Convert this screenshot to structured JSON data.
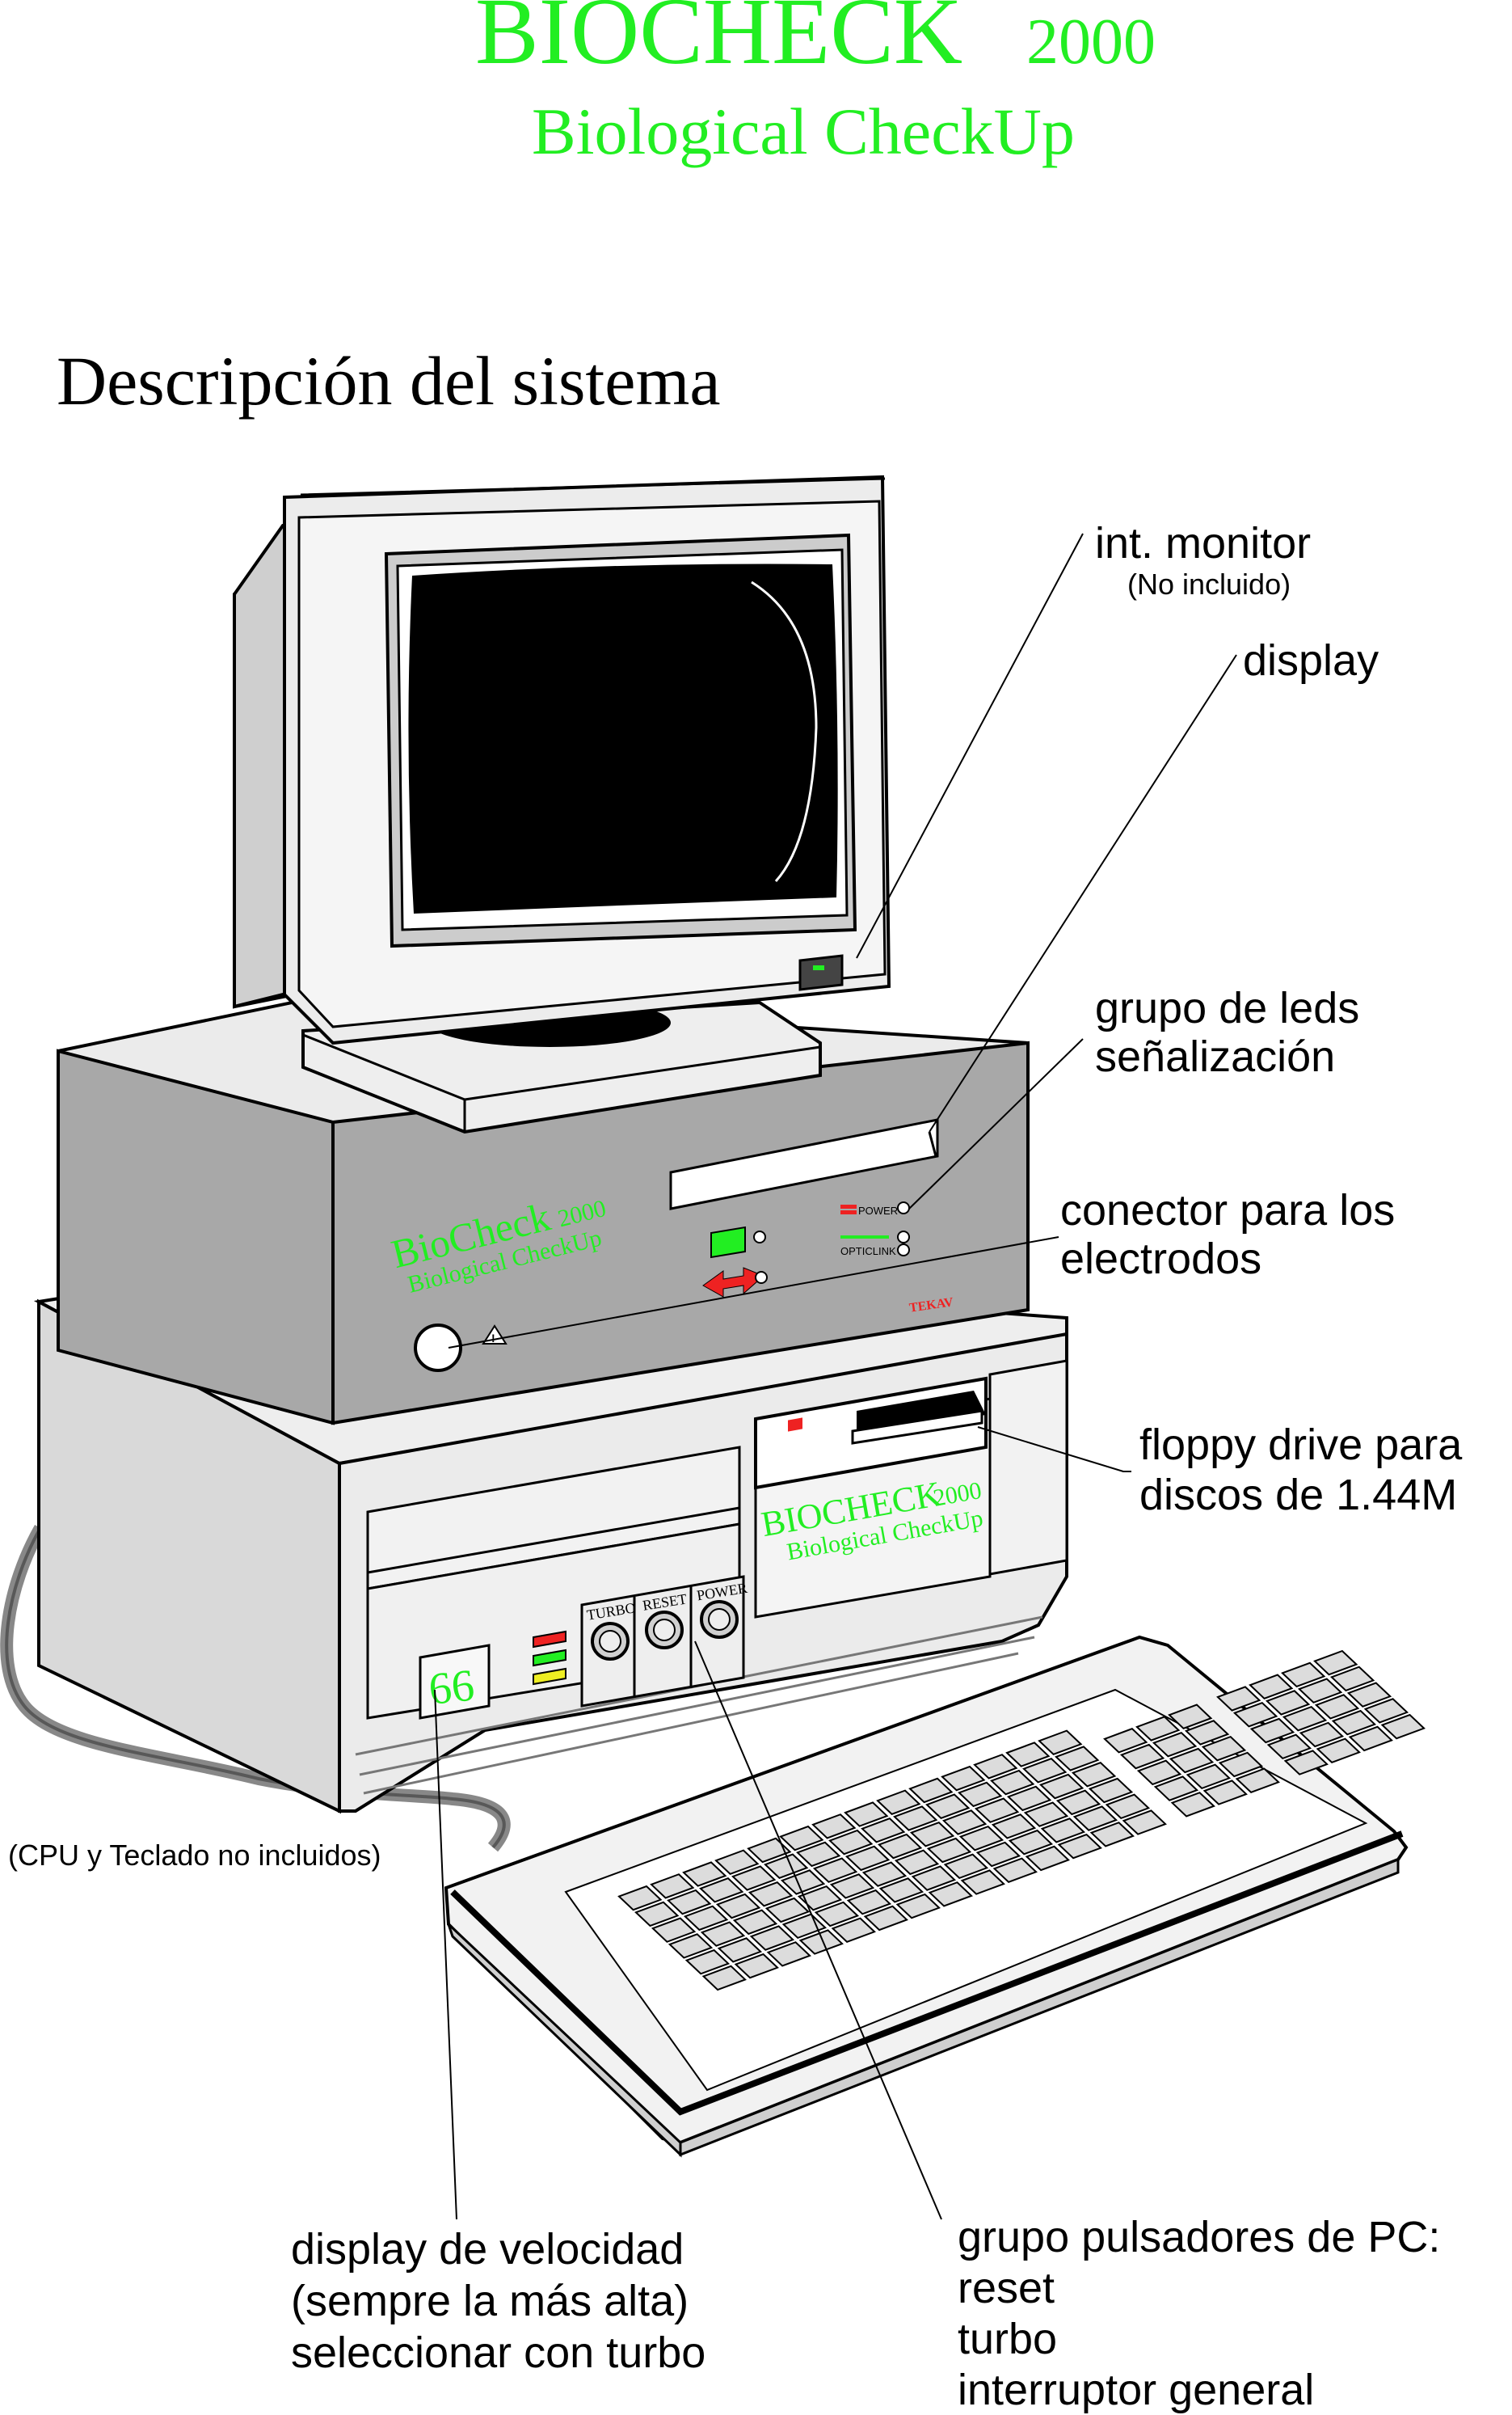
{
  "header": {
    "brand": "BIOCHECK",
    "model": "2000",
    "subtitle": "Biological CheckUp"
  },
  "section_title": "Descripción del sistema",
  "device": {
    "unit_brand": "BioCheck",
    "unit_model": "2000",
    "unit_subtitle": "Biological CheckUp",
    "power_led_label": "POWER",
    "opticlink_led_label": "OPTICLINK",
    "maker": "TEKAV",
    "pc_brand": "BIOCHECK",
    "pc_model": "2000",
    "pc_subtitle": "Biological CheckUp",
    "button_turbo": "TURBO",
    "button_reset": "RESET",
    "button_power": "POWER",
    "speed_display": "66"
  },
  "colors": {
    "brand_green": "#22ee22",
    "unit_gray": "#a8a8a8",
    "pc_gray": "#e6e6e6",
    "led_red": "#ee2222",
    "led_yellow": "#eeee22"
  },
  "callouts": {
    "monitor_title": "int. monitor",
    "monitor_note": "(No incluido)",
    "display": "display",
    "leds_line1": "grupo de leds",
    "leds_line2": "señalización",
    "connector_line1": "conector para los",
    "connector_line2": "electrodos",
    "floppy_line1": "floppy drive para",
    "floppy_line2": "discos de 1.44M",
    "cpu_note": "(CPU y Teclado no incluidos)",
    "speed_line1": "display de velocidad",
    "speed_line2": "(sempre la más alta)",
    "speed_line3": "seleccionar con turbo",
    "buttons_line1": "grupo pulsadores de PC:",
    "buttons_line2": "reset",
    "buttons_line3": "turbo",
    "buttons_line4": "interruptor general"
  }
}
